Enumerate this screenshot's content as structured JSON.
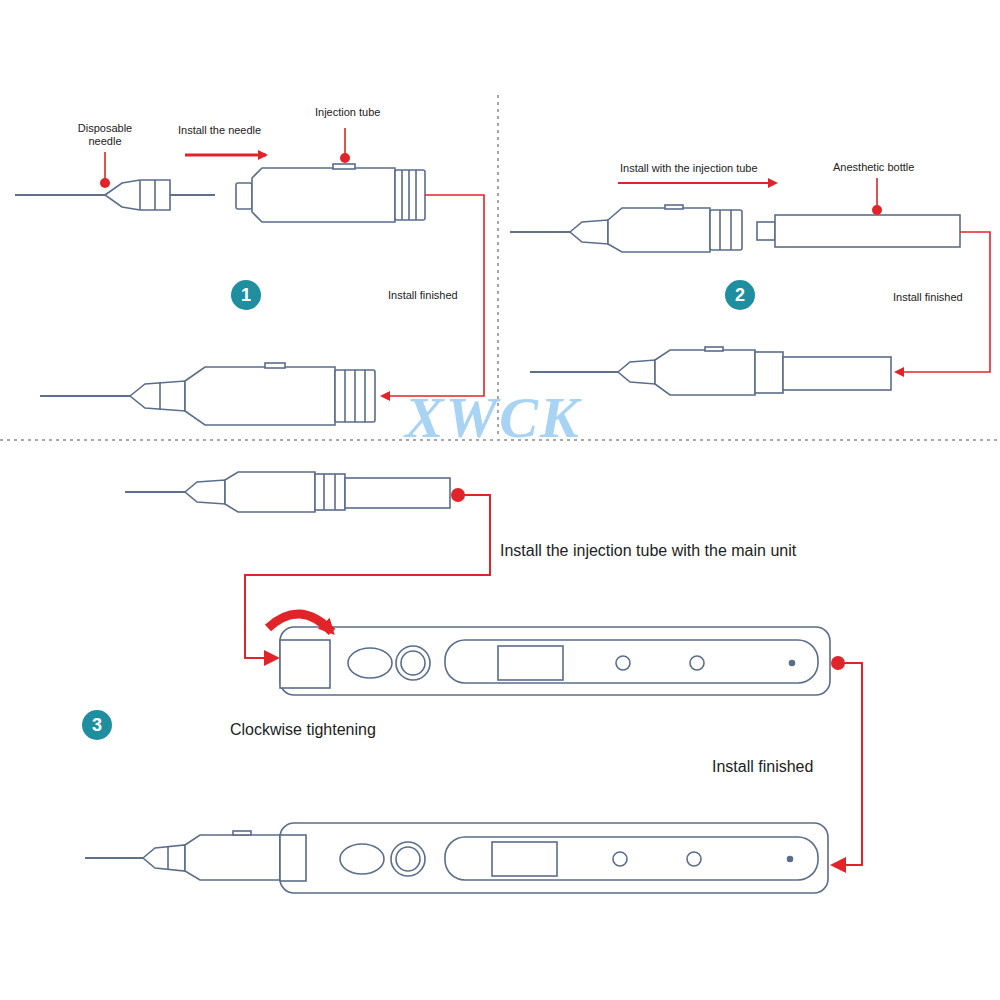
{
  "diagram": {
    "nodes": [
      {
        "text": [
          "1"
        ]
      },
      {
        "text": [
          "2"
        ]
      },
      {
        "text": [
          "3"
        ]
      }
    ],
    "labels": [
      "Disposable needle",
      "Install the needle",
      "Injection tube",
      "Install finished",
      "Install with the injection tube",
      "Anesthetic bottle",
      "Install finished",
      "XWCK",
      "Install the injection tube with the main unit",
      "Clockwise tightening",
      "Install finished"
    ]
  }
}
